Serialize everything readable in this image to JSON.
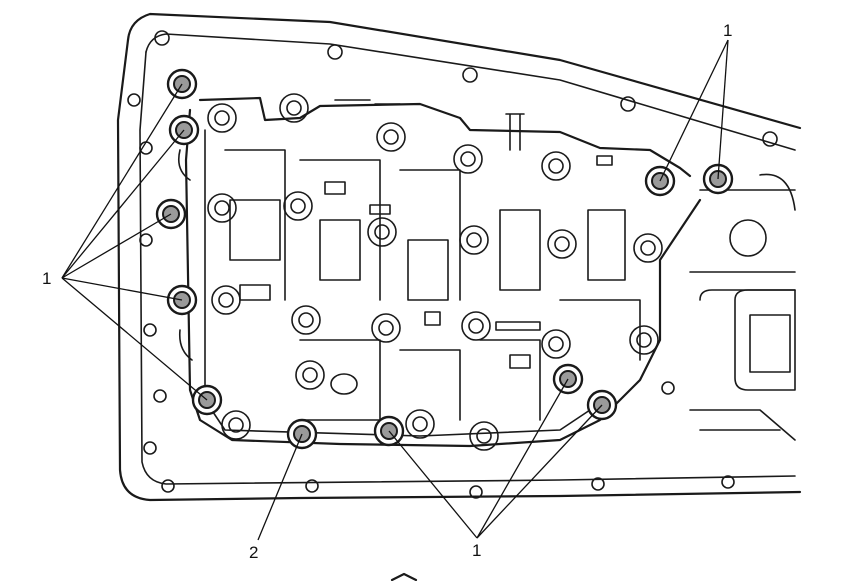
{
  "callouts": {
    "left": "1",
    "top_right": "1",
    "bottom_middle": "1",
    "bottom_left": "2"
  },
  "colors": {
    "line": "#1a1a1a",
    "highlight_bolt_fill": "#9a9a9a",
    "bolt_fill": "#ffffff",
    "background": "#ffffff"
  }
}
